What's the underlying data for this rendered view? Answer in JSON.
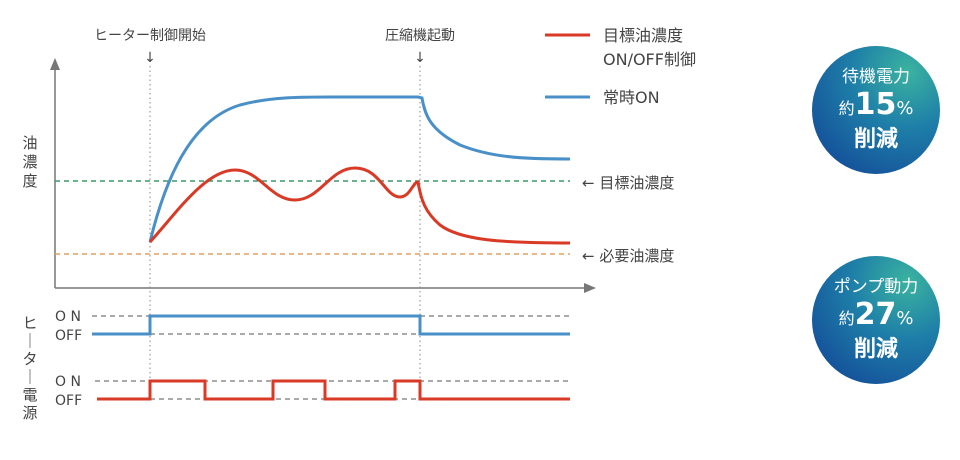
{
  "annotations": {
    "heater_start": "ヒーター制御開始",
    "compressor_start": "圧縮機起動",
    "arrow": "↓"
  },
  "legend": {
    "red_line1": "目標油濃度",
    "red_line2": "ON/OFF制御",
    "blue": "常時ON"
  },
  "levels": {
    "target": "← 目標油濃度",
    "required": "← 必要油濃度"
  },
  "axes": {
    "ylabel": [
      "油",
      "濃",
      "度"
    ],
    "heater_label": [
      "ヒ",
      "｜",
      "タ",
      "｜",
      "電",
      "源"
    ]
  },
  "states": {
    "on": "O N",
    "off": "OFF"
  },
  "badges": [
    {
      "title": "待機電力",
      "prefix": "約",
      "value": "15",
      "unit": "%",
      "suffix": "削減"
    },
    {
      "title": "ポンプ動力",
      "prefix": "約",
      "value": "27",
      "unit": "%",
      "suffix": "削減"
    }
  ],
  "colors": {
    "red": "#d93a26",
    "blue": "#4a90c8",
    "green": "#3a9a6a",
    "orange": "#e0a060"
  }
}
